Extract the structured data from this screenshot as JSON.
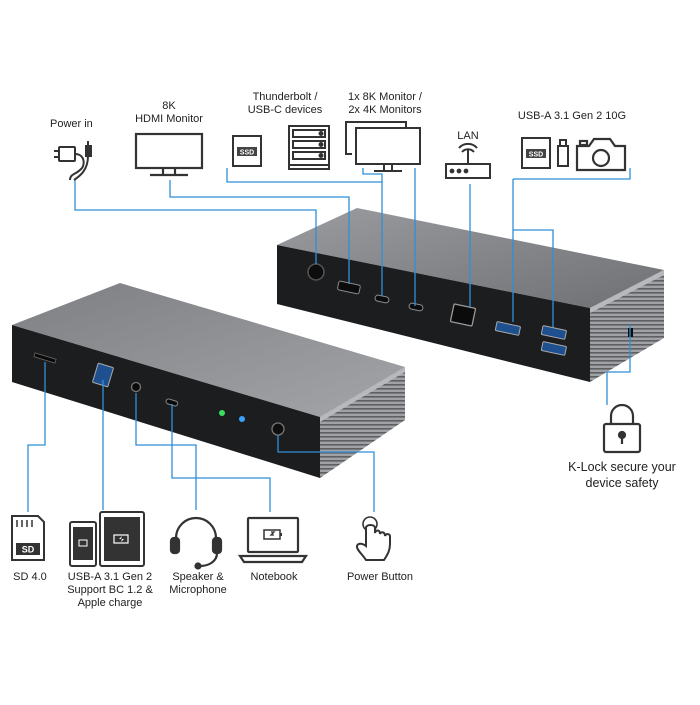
{
  "labels": {
    "power_in": "Power in",
    "hdmi_line1": "8K",
    "hdmi_line2": "HDMI Monitor",
    "thunderbolt_line1": "Thunderbolt /",
    "thunderbolt_line2": "USB-C devices",
    "monitor_line1": "1x 8K Monitor /",
    "monitor_line2": "2x 4K Monitors",
    "lan": "LAN",
    "usba_rear": "USB-A 3.1 Gen 2 10G",
    "klock_line1": "K-Lock secure your",
    "klock_line2": "device safety",
    "sd": "SD 4.0",
    "usba_front_line1": "USB-A 3.1 Gen 2",
    "usba_front_line2": "Support BC 1.2 &",
    "usba_front_line3": "Apple charge",
    "speaker_line1": "Speaker &",
    "speaker_line2": "Microphone",
    "notebook": "Notebook",
    "power_button": "Power Button",
    "ssd_tag_1": "SSD",
    "ssd_tag_2": "SSD",
    "sd_tag": "SD"
  },
  "colors": {
    "line": "#2f8fd6",
    "icon": "#333333",
    "dock_top": "#8a8c90",
    "dock_front": "#1d1e20",
    "led_green": "#38e060",
    "led_blue": "#3aa0ff"
  }
}
